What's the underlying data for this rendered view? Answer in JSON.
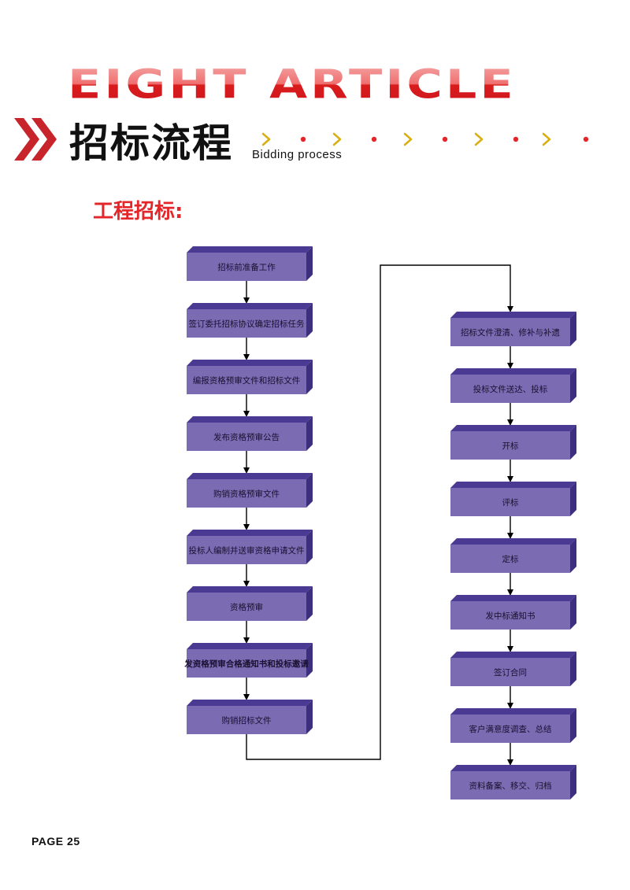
{
  "banner": {
    "text": "EIGHT ARTICLE"
  },
  "title": {
    "cn": "招标流程",
    "en": "Bidding process"
  },
  "section": {
    "label": "工程招标:"
  },
  "colors": {
    "accent_red": "#e4262a",
    "box_face": "#7b6bb3",
    "box_top": "#4a3a93",
    "box_side": "#3d2f7f",
    "chevron_yellow": "#d9ae13"
  },
  "flow": {
    "left": [
      {
        "label": "招标前准备工作"
      },
      {
        "label": "签订委托招标协议确定招标任务"
      },
      {
        "label": "编报资格预审文件和招标文件"
      },
      {
        "label": "发布资格预审公告"
      },
      {
        "label": "购销资格预审文件"
      },
      {
        "label": "投标人编制并送审资格申请文件"
      },
      {
        "label": "资格预审"
      },
      {
        "label": "发资格预审合格通知书和投标邀请"
      },
      {
        "label": "购销招标文件"
      }
    ],
    "right": [
      {
        "label": "招标文件澄清、修补与补遗"
      },
      {
        "label": "投标文件送达、投标"
      },
      {
        "label": "开标"
      },
      {
        "label": "评标"
      },
      {
        "label": "定标"
      },
      {
        "label": "发中标通知书"
      },
      {
        "label": "签订合同"
      },
      {
        "label": "客户满意度调查、总结"
      },
      {
        "label": "资料备案、移交、归档"
      }
    ]
  },
  "footer": {
    "page": "PAGE 25"
  }
}
